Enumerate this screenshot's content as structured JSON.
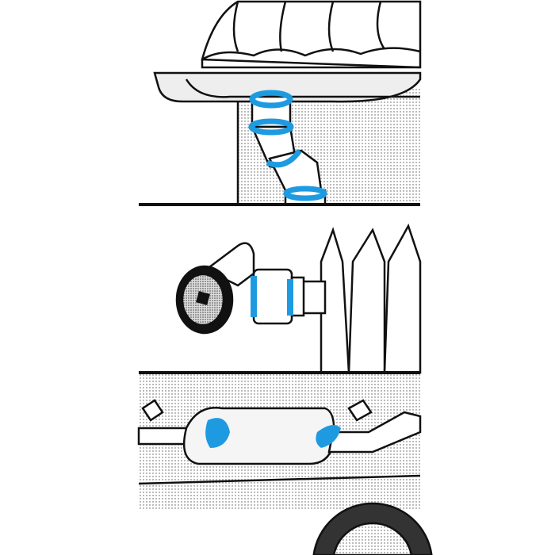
{
  "colors": {
    "accent": "#1e9be0",
    "ink": "#111111",
    "paper": "#ffffff",
    "shade": "#e6e6e6"
  },
  "panels": [
    "gutter-downpipe",
    "radiator-valve",
    "car-exhaust"
  ]
}
